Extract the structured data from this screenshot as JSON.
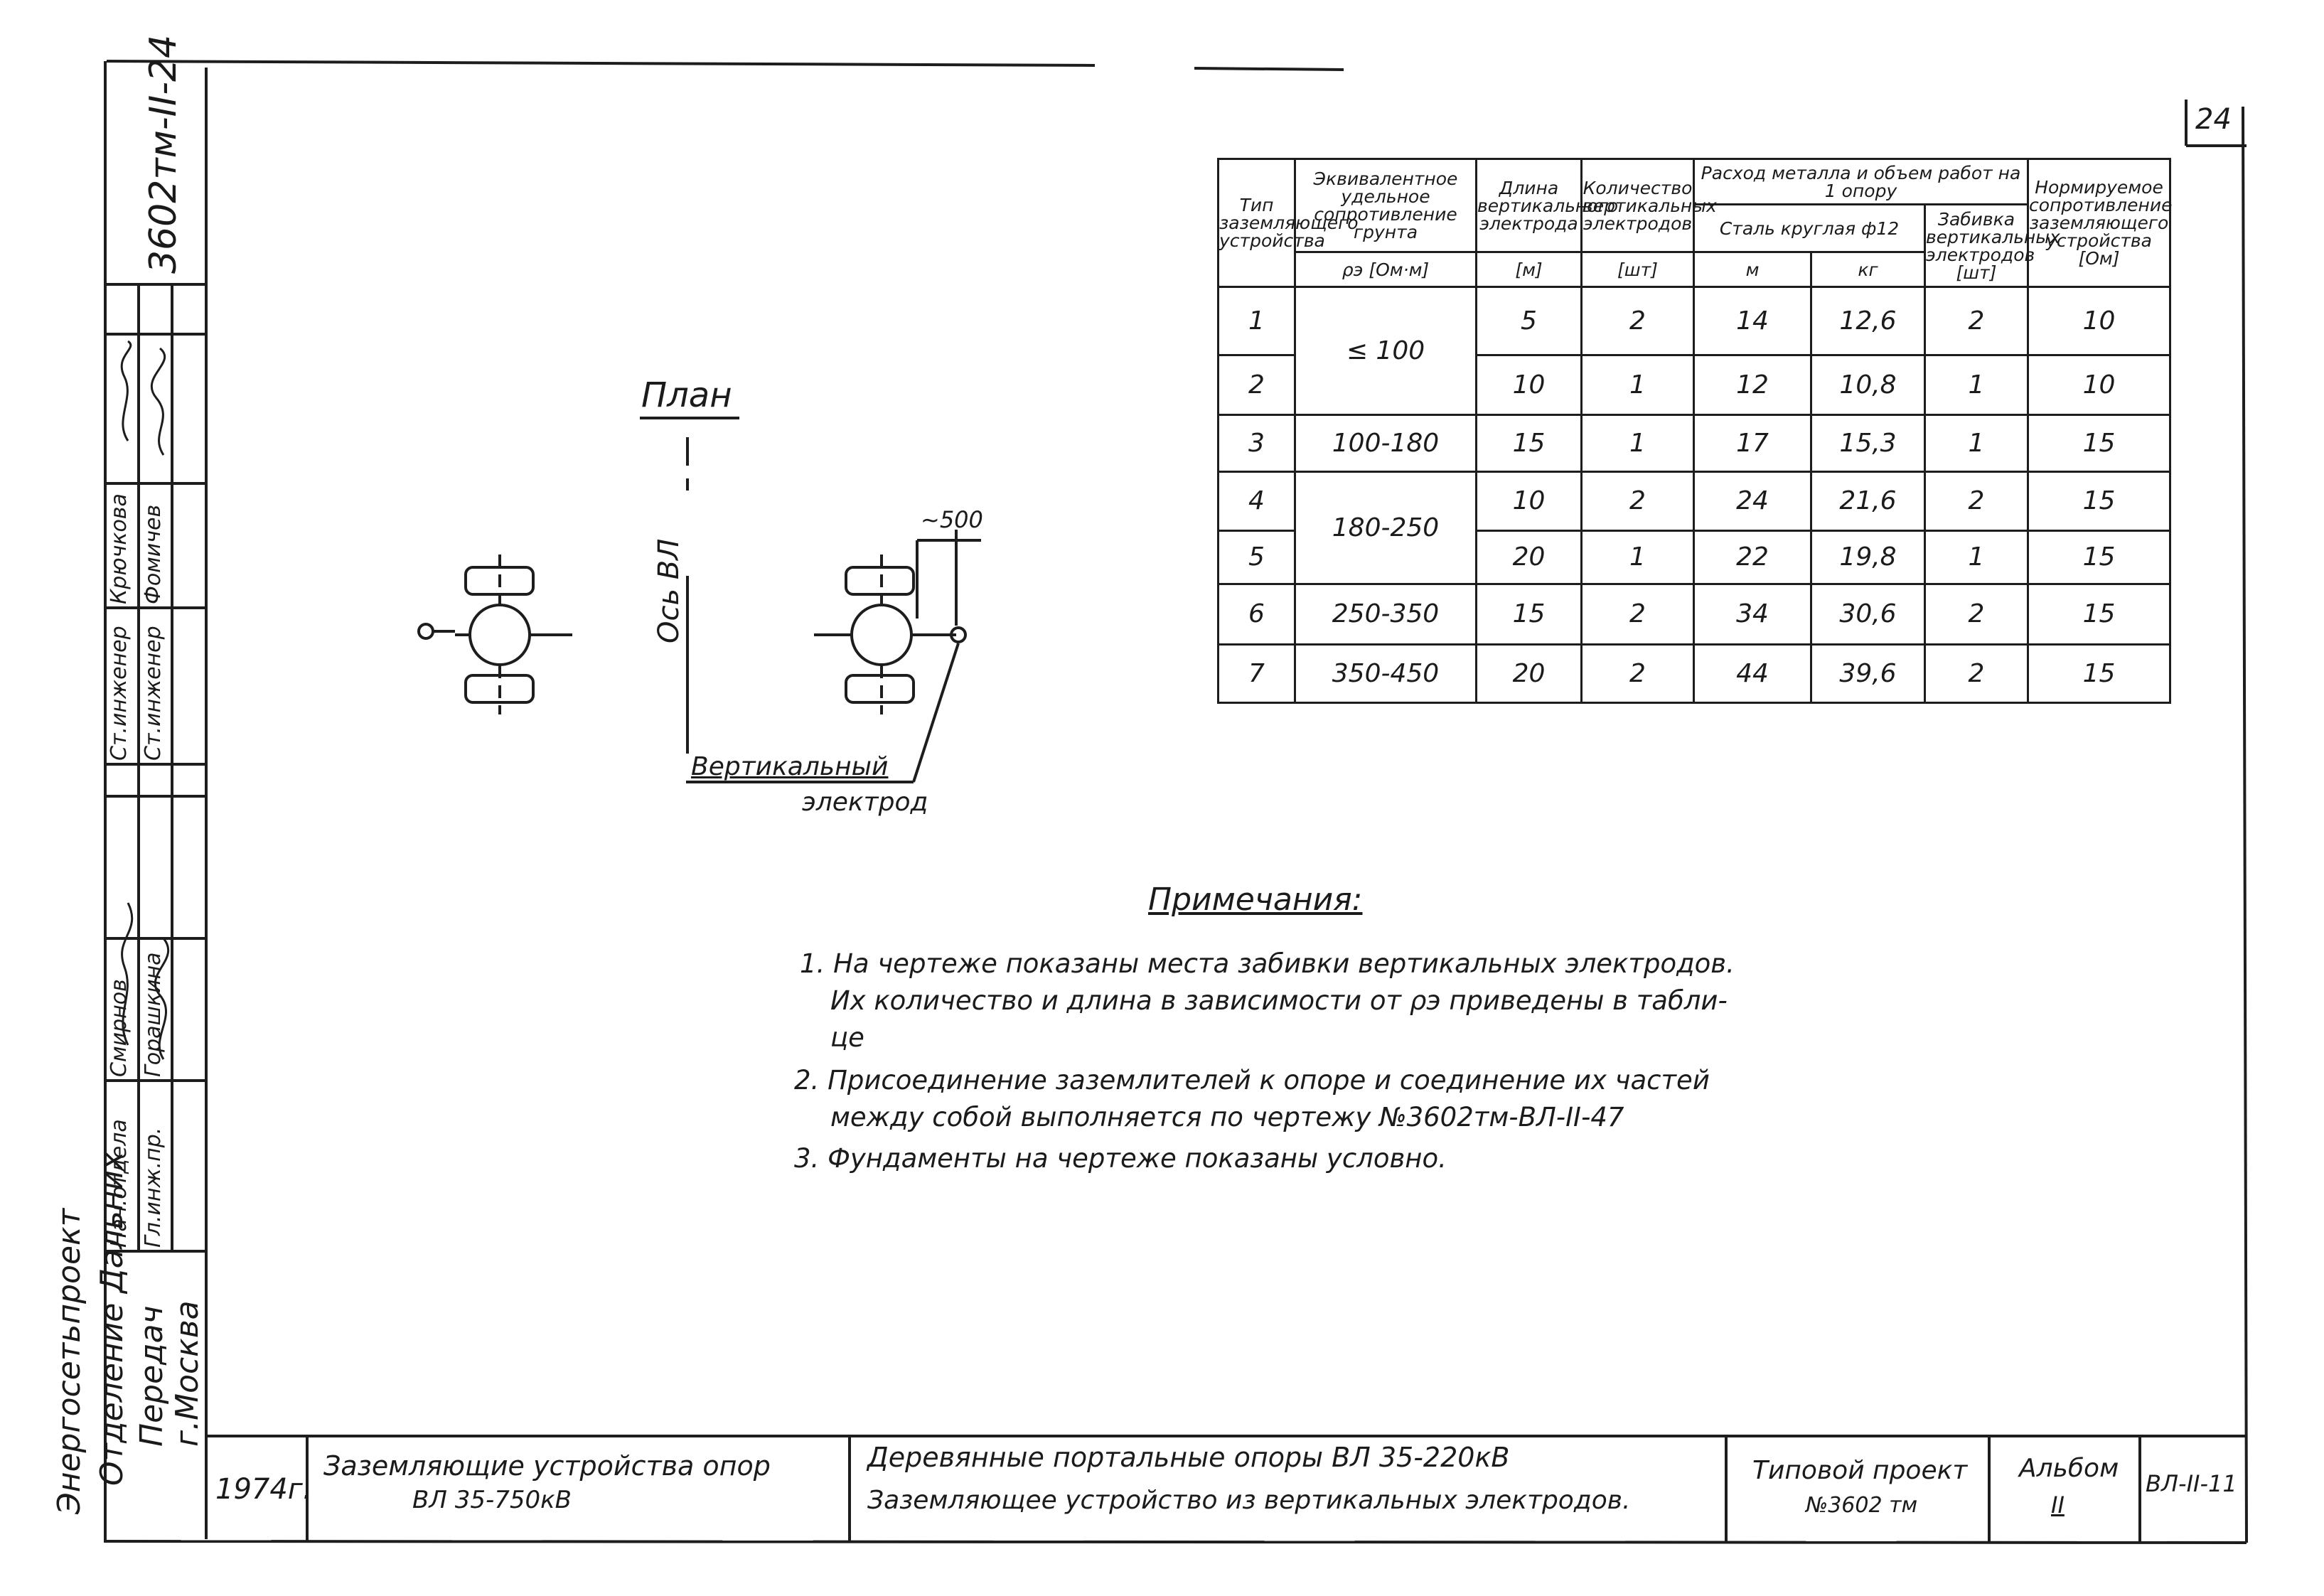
{
  "sheet_number": "24",
  "doc_code": "3602тм-II-24",
  "side_stamp": {
    "organization": [
      "Энергосетьпроект",
      "Отделение Дальних",
      "Передач",
      "г.Москва"
    ],
    "roles": [
      {
        "position": "Нач.отдела",
        "name": "Смирнов"
      },
      {
        "position": "Гл.инж.пр.",
        "name": "Горашкина"
      },
      {
        "position": "Ст.инженер",
        "name": "Крючкова"
      },
      {
        "position": "Ст.инженер",
        "name": "Фомичев"
      }
    ]
  },
  "plan": {
    "title": "План",
    "axis_label": "Ось ВЛ",
    "dimension": "~500",
    "electrode_label_line1": "Вертикальный",
    "electrode_label_line2": "электрод"
  },
  "table": {
    "headers": {
      "type": "Тип заземляющего устройства",
      "resistivity": "Эквивалентное удельное сопротивление грунта",
      "resistivity_unit": "ρэ [Ом·м]",
      "length": "Длина вертикального электрода",
      "length_unit": "[м]",
      "count": "Количество вертикальных электродов",
      "count_unit": "[шт]",
      "consumption": "Расход металла и объем работ на 1 опору",
      "steel": "Сталь круглая ф12",
      "steel_m": "м",
      "steel_kg": "кг",
      "driving": "Забивка вертикальных электродов [шт]",
      "resistance": "Нормируемое сопротивление заземляющего устройства [Ом]"
    },
    "rows": [
      {
        "type": "1",
        "rho": "≤ 100",
        "len": "5",
        "cnt": "2",
        "m": "14",
        "kg": "12,6",
        "drive": "2",
        "r": "10"
      },
      {
        "type": "2",
        "rho": "",
        "len": "10",
        "cnt": "1",
        "m": "12",
        "kg": "10,8",
        "drive": "1",
        "r": "10"
      },
      {
        "type": "3",
        "rho": "100-180",
        "len": "15",
        "cnt": "1",
        "m": "17",
        "kg": "15,3",
        "drive": "1",
        "r": "15"
      },
      {
        "type": "4",
        "rho": "180-250",
        "len": "10",
        "cnt": "2",
        "m": "24",
        "kg": "21,6",
        "drive": "2",
        "r": "15"
      },
      {
        "type": "5",
        "rho": "",
        "len": "20",
        "cnt": "1",
        "m": "22",
        "kg": "19,8",
        "drive": "1",
        "r": "15"
      },
      {
        "type": "6",
        "rho": "250-350",
        "len": "15",
        "cnt": "2",
        "m": "34",
        "kg": "30,6",
        "drive": "2",
        "r": "15"
      },
      {
        "type": "7",
        "rho": "350-450",
        "len": "20",
        "cnt": "2",
        "m": "44",
        "kg": "39,6",
        "drive": "2",
        "r": "15"
      }
    ]
  },
  "notes": {
    "title": "Примечания:",
    "items": [
      "1. На чертеже показаны места забивки вертикальных электродов.",
      "Их количество и длина в зависимости от ρэ приведены в табли-",
      "це",
      "2. Присоединение заземлителей к опоре и соединение их частей",
      "между собой выполняется по чертежу №3602тм-ВЛ-II-47",
      "3. Фундаменты на чертеже показаны условно."
    ]
  },
  "title_block": {
    "year": "1974г.",
    "series_line1": "Заземляющие устройства опор",
    "series_line2": "ВЛ 35-750кВ",
    "title_line1": "Деревянные портальные опоры ВЛ 35-220кВ",
    "title_line2": "Заземляющее устройство из вертикальных электродов.",
    "project_line1": "Типовой проект",
    "project_line2": "№3602 тм",
    "album_label": "Альбом",
    "album_number": "II",
    "sheet_code": "ВЛ-II-11"
  }
}
